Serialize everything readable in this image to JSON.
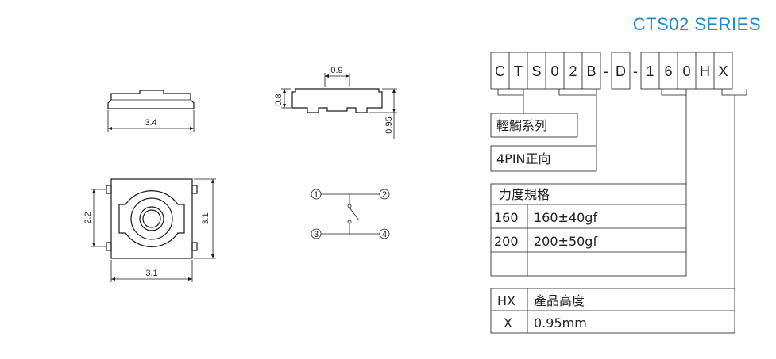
{
  "title": "CTS02  SERIES",
  "dimensions": {
    "side_width": "3.4",
    "top_width": "3.1",
    "top_height": "3.1",
    "pin_pitch": "2.2",
    "actuator_width": "0.9",
    "body_height": "0.8",
    "total_height": "0.95"
  },
  "circuit_pins": [
    "1",
    "2",
    "3",
    "4"
  ],
  "part_number_chars": [
    "C",
    "T",
    "S",
    "0",
    "2",
    "B",
    "-",
    "D",
    "-",
    "1",
    "6",
    "0",
    "H",
    "X"
  ],
  "legend": {
    "series_label": "輕觸系列",
    "pin_label": "4PIN正向",
    "force_header": "力度規格",
    "force_rows": [
      {
        "code": "160",
        "value": "160±40gf"
      },
      {
        "code": "200",
        "value": "200±50gf"
      },
      {
        "code": "",
        "value": ""
      }
    ],
    "height_rows": [
      {
        "code": "HX",
        "value": "產品高度"
      },
      {
        "code": "X",
        "value": "0.95mm"
      }
    ]
  },
  "colors": {
    "accent": "#1b8ad1",
    "line": "#1a1a1a"
  }
}
